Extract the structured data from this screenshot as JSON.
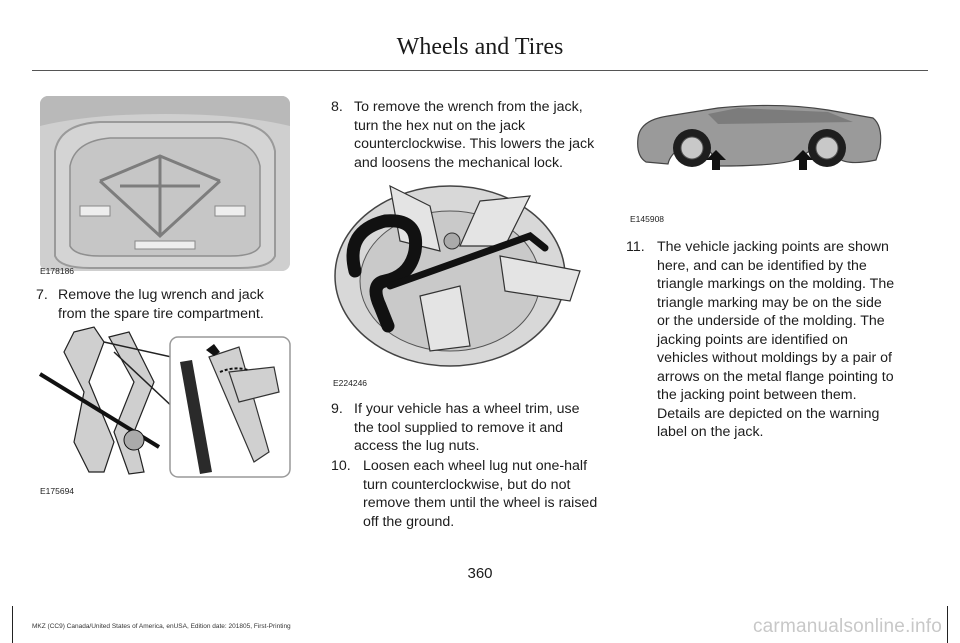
{
  "header": {
    "title": "Wheels and Tires"
  },
  "steps": [
    {
      "num": "7.",
      "text": "Remove the lug wrench and jack from the spare tire compartment."
    },
    {
      "num": "8.",
      "text": "To remove the wrench from the jack, turn the hex nut on the jack counterclockwise. This lowers the jack and loosens the mechanical lock."
    },
    {
      "num": "9.",
      "text": "If your vehicle has a wheel trim, use the tool supplied to remove it and access the lug nuts."
    },
    {
      "num": "10.",
      "text": "Loosen each wheel lug nut one-half turn counterclockwise, but do not remove them until the wheel is raised off the ground."
    },
    {
      "num": "11.",
      "text": "The vehicle jacking points are shown here, and can be identified by the triangle markings on the molding. The triangle marking may be on the side or the underside of the molding. The jacking points are identified on vehicles without moldings by a pair of arrows on the metal flange pointing to the jacking point between them. Details are depicted on the warning label on the jack."
    }
  ],
  "figures": {
    "spare_compartment": "E178186",
    "jack_detail": "E175694",
    "lug_wrench": "E224246",
    "vehicle_side": "E145908"
  },
  "page_number": "360",
  "footer": "MKZ (CC9) Canada/United States of America, enUSA, Edition date: 201805, First-Printing",
  "watermark": "carmanualsonline.info"
}
